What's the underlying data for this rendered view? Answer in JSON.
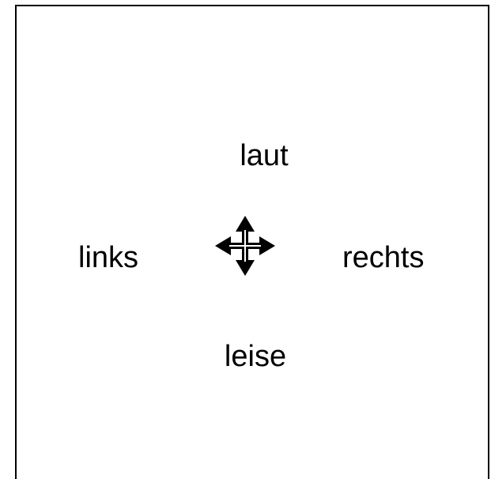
{
  "control": {
    "top_label": "laut",
    "bottom_label": "leise",
    "left_label": "links",
    "right_label": "rechts",
    "center_icon": "move-cursor-icon"
  },
  "colors": {
    "background": "#ffffff",
    "foreground": "#000000"
  }
}
